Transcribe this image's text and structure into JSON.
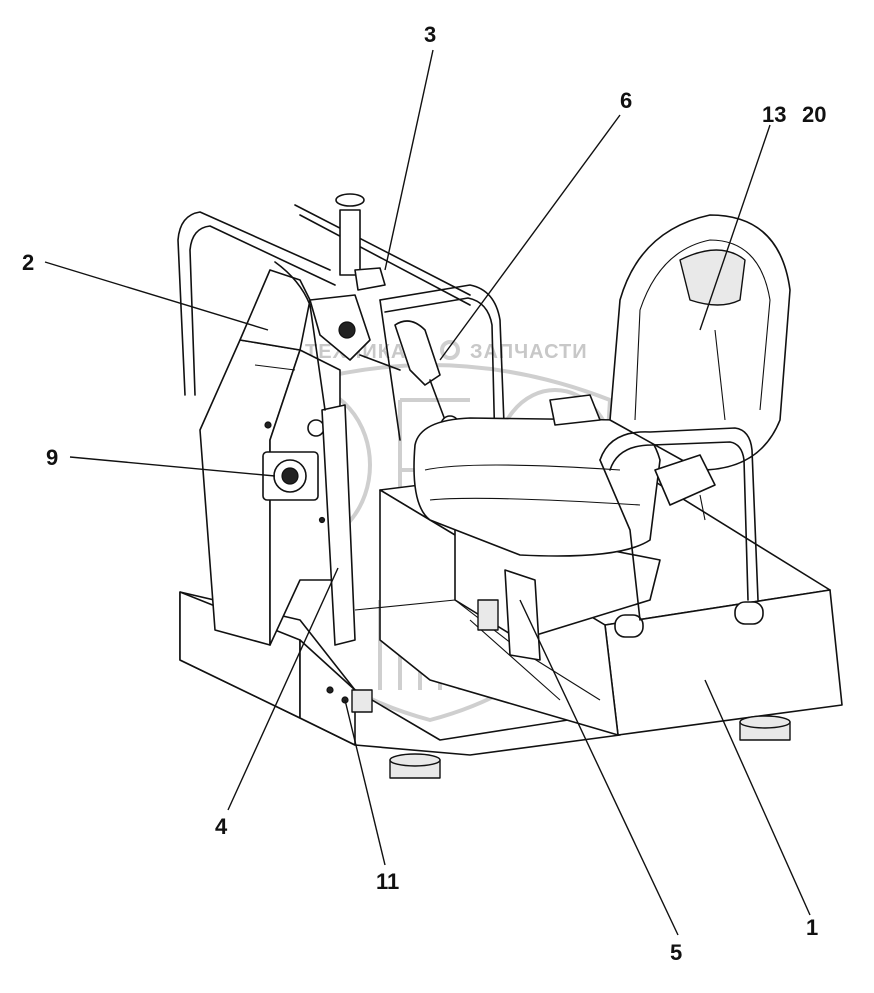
{
  "callouts": [
    {
      "id": "1",
      "text": "1"
    },
    {
      "id": "2",
      "text": "2"
    },
    {
      "id": "3",
      "text": "3"
    },
    {
      "id": "4",
      "text": "4"
    },
    {
      "id": "5",
      "text": "5"
    },
    {
      "id": "6",
      "text": "6"
    },
    {
      "id": "9",
      "text": "9"
    },
    {
      "id": "11",
      "text": "11"
    },
    {
      "id": "13",
      "text": "13"
    },
    {
      "id": "20",
      "text": "20"
    }
  ],
  "watermark": {
    "text_left": "ТЕХНИКА",
    "text_right": "ЗАПЧАСТИ",
    "color": "#cfcfcf"
  }
}
